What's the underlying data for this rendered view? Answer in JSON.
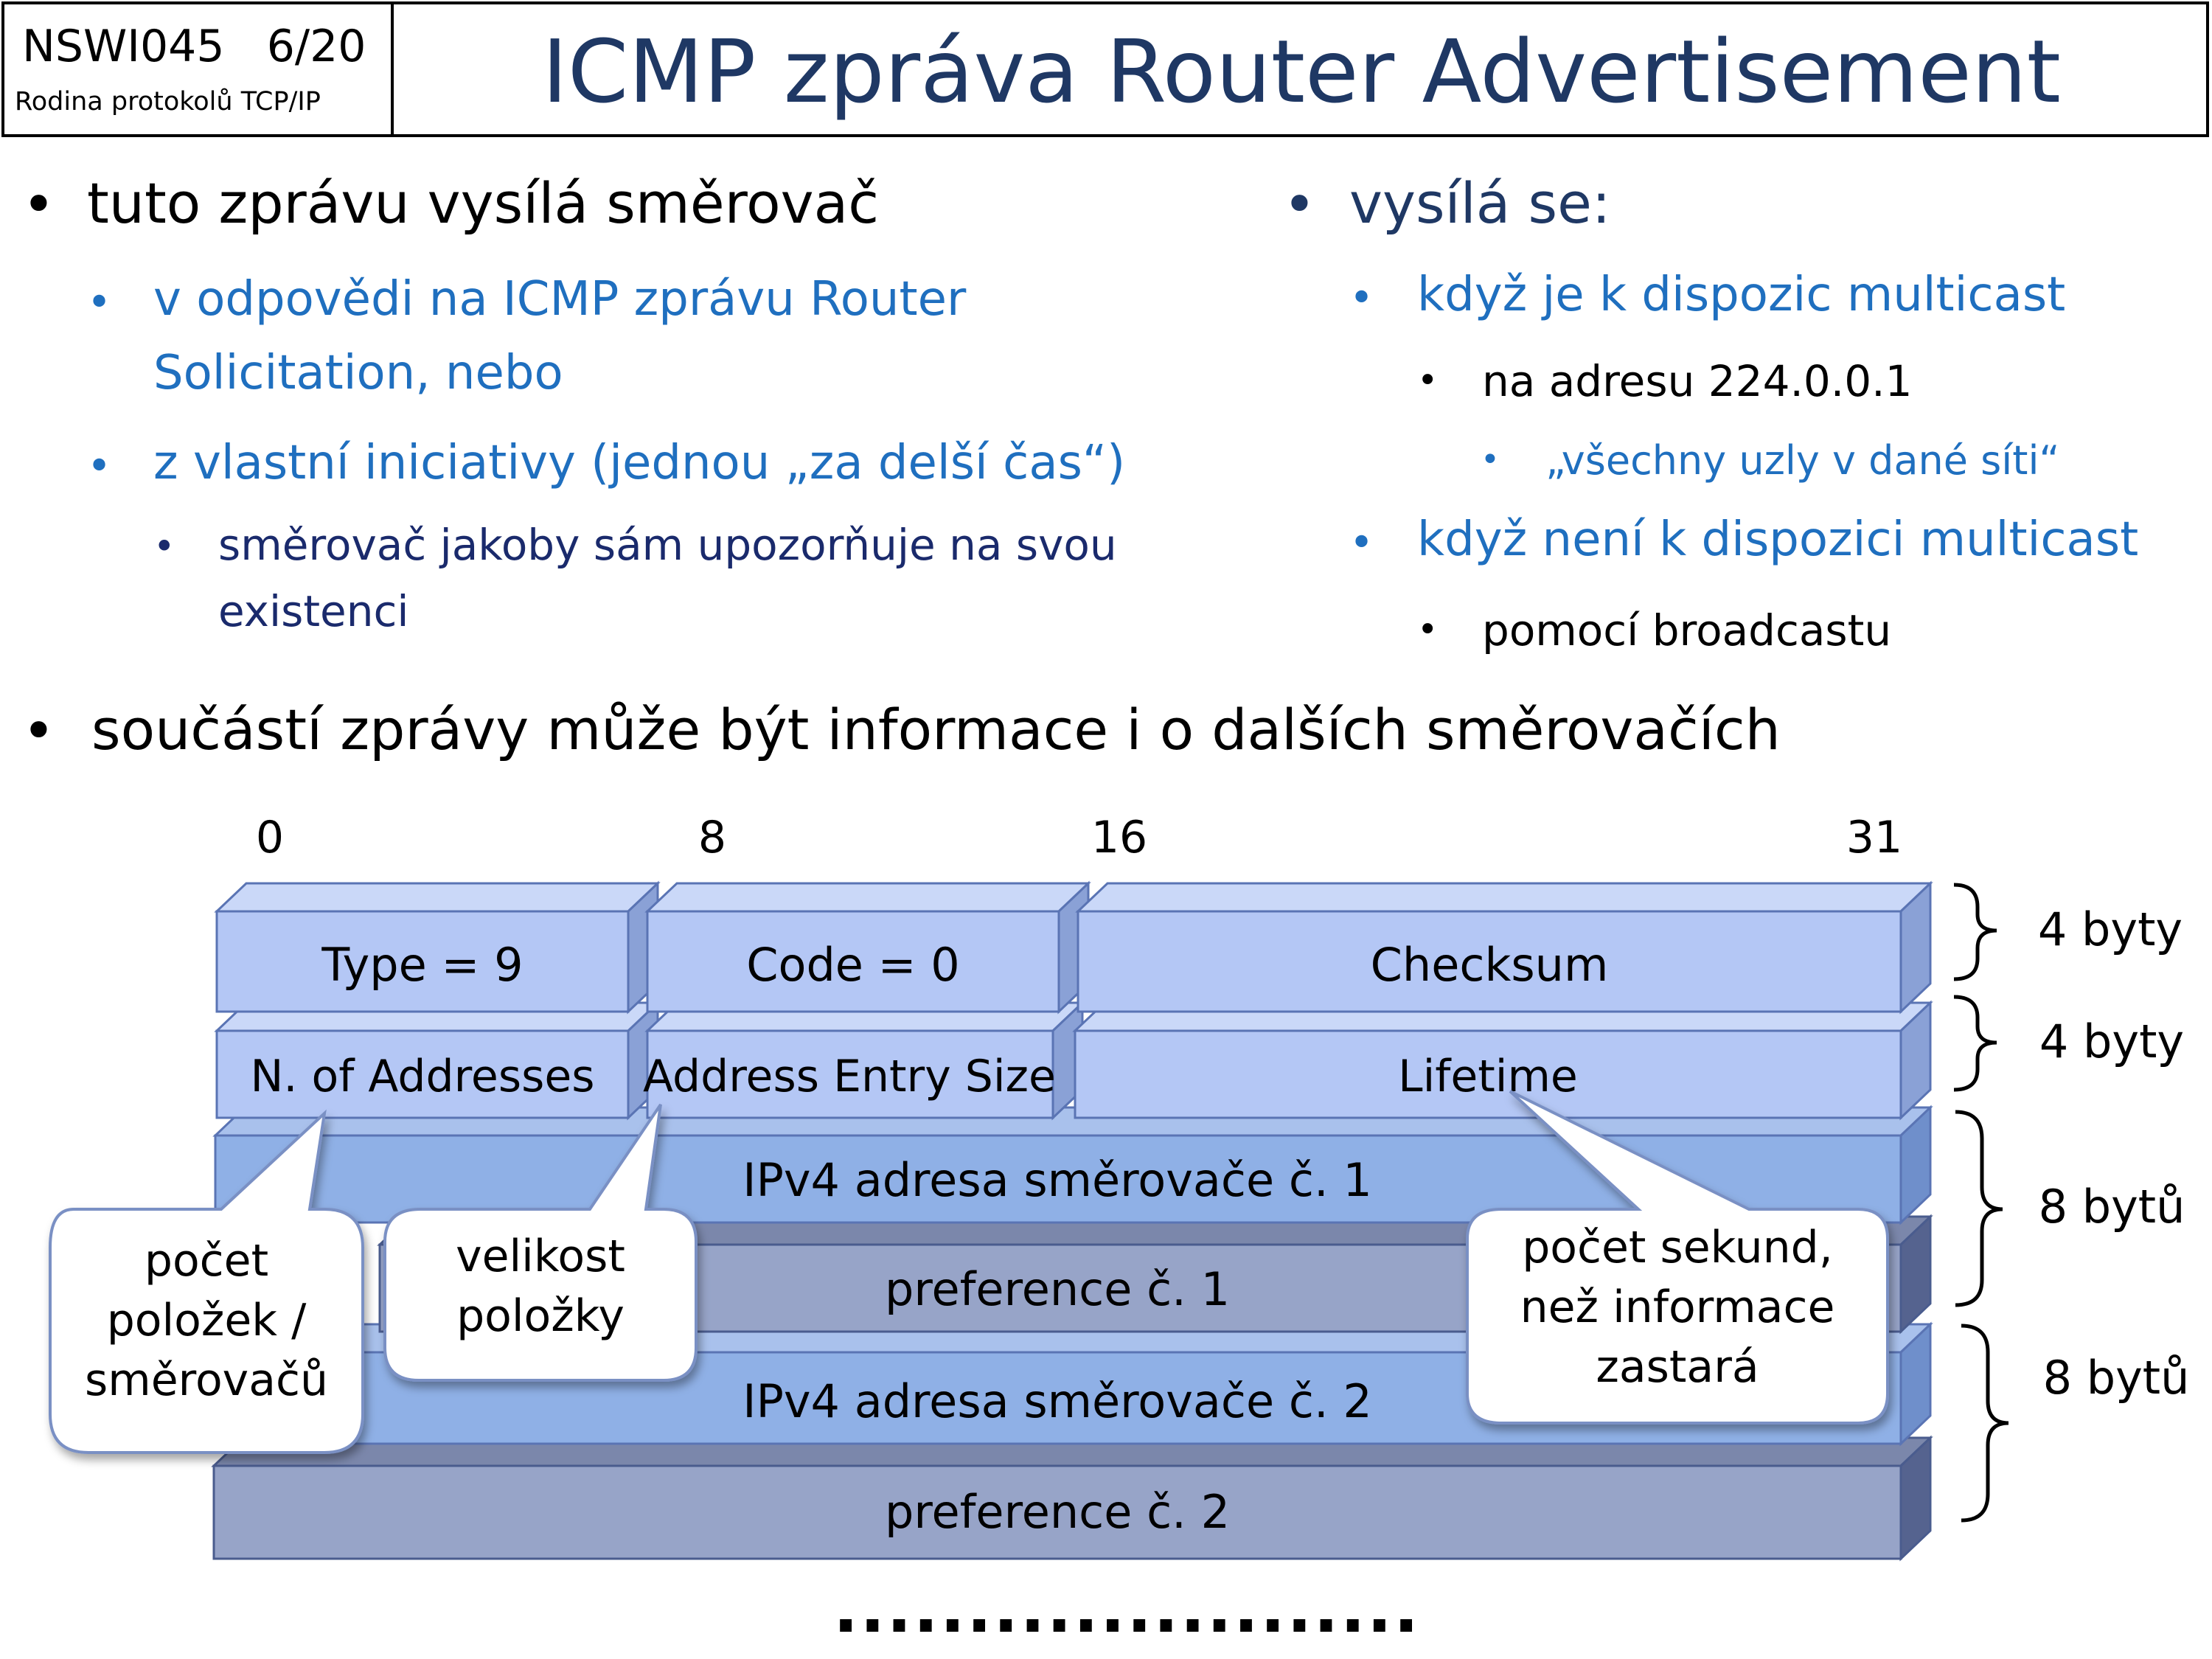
{
  "header": {
    "course_code": "NSWI045",
    "slide_number": "6/20",
    "course_name": "Rodina protokolů TCP/IP",
    "title": "ICMP zpráva Router Advertisement"
  },
  "left_column": {
    "bullet1": "tuto zprávu vysílá směrovač",
    "sub1_line1": "v odpovědi na ICMP zprávu Router",
    "sub1_line2": "Solicitation, nebo",
    "sub2": "z vlastní iniciativy (jednou „za delší čas“)",
    "sub2_1_line1": "směrovač jakoby sám upozorňuje na svou",
    "sub2_1_line2": "existenci"
  },
  "right_column": {
    "bullet1": "vysílá se:",
    "sub1": "když je k dispozic multicast",
    "sub1_1": "na adresu 224.0.0.1",
    "sub1_1_1": "„všechny uzly v dané síti“",
    "sub2": "když není k dispozici multicast",
    "sub2_1": "pomocí broadcastu"
  },
  "bottom_bullet": "součástí zprávy může být informace i o dalších směrovačích",
  "diagram": {
    "bit_labels": [
      "0",
      "8",
      "16",
      "31"
    ],
    "fields": {
      "type": "Type = 9",
      "code": "Code = 0",
      "checksum": "Checksum",
      "n_addresses": "N. of Addresses",
      "entry_size": "Address Entry Size",
      "lifetime": "Lifetime",
      "router1": "IPv4 adresa směrovače č. 1",
      "pref1": "preference č. 1",
      "router2": "IPv4 adresa směrovače č. 2",
      "pref2": "preference č. 2"
    },
    "sizes": [
      "4 byty",
      "4 byty",
      "8 bytů",
      "8 bytů"
    ],
    "callouts": {
      "count": [
        "počet",
        "položek /",
        "směrovačů"
      ],
      "size": [
        "velikost",
        "položky"
      ],
      "lifetime": [
        "počet sekund,",
        "než informace",
        "zastará"
      ]
    },
    "continuation": "......................",
    "colors": {
      "header_field": "#b4c7f5",
      "router_field": "#8fb0e6",
      "pref_field": "#97a4c8",
      "border": "#5a74b4",
      "title": "#1f3864"
    }
  }
}
